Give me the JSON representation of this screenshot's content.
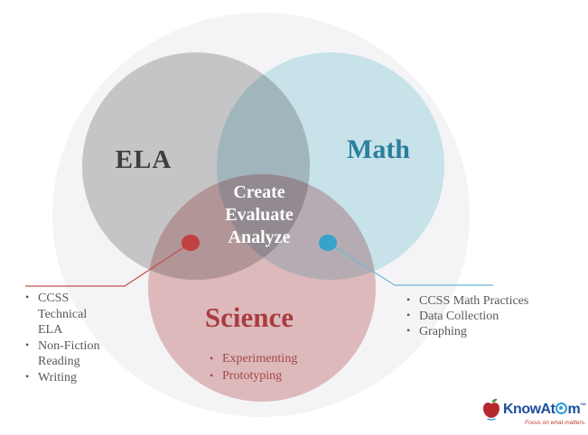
{
  "diagram": {
    "background_color": "#f4f4f6",
    "circles": [
      {
        "label": "ELA",
        "fill": "#cecdce",
        "label_color": "#3e3e40"
      },
      {
        "label": "Math",
        "fill": "#d1edf3",
        "label_color": "#2b7e9e"
      },
      {
        "label": "Science",
        "fill": "#e7c2c3",
        "label_color": "#a93d3f"
      }
    ],
    "center_labels": [
      "Create",
      "Evaluate",
      "Analyze"
    ],
    "center_text_color": "#ffffff",
    "science_items": [
      "Experimenting",
      "Prototyping"
    ],
    "science_items_color": "#a34648",
    "left_callout": {
      "dot_color": "#c0403f",
      "line_color": "#c0504d",
      "text_color": "#58585a",
      "items": [
        [
          "CCSS",
          "Technical",
          "ELA"
        ],
        [
          "Non-Fiction",
          "Reading"
        ],
        [
          "Writing"
        ]
      ]
    },
    "right_callout": {
      "dot_color": "#35a3cc",
      "line_color": "#6cb8d4",
      "text_color": "#58585a",
      "items": [
        "CCSS Math Practices",
        "Data Collection",
        "Graphing"
      ]
    }
  },
  "logo": {
    "name_part1": "KnowAt",
    "name_part2": "m",
    "trademark": "™",
    "tagline": "Focus on what matters.",
    "text_color": "#1b4f9e",
    "atom_color": "#2d9fd8",
    "apple_color": "#b5292e",
    "leaf_color": "#4a9b3f",
    "base_color": "#2d9fd8",
    "tagline_color": "#c13a30"
  }
}
